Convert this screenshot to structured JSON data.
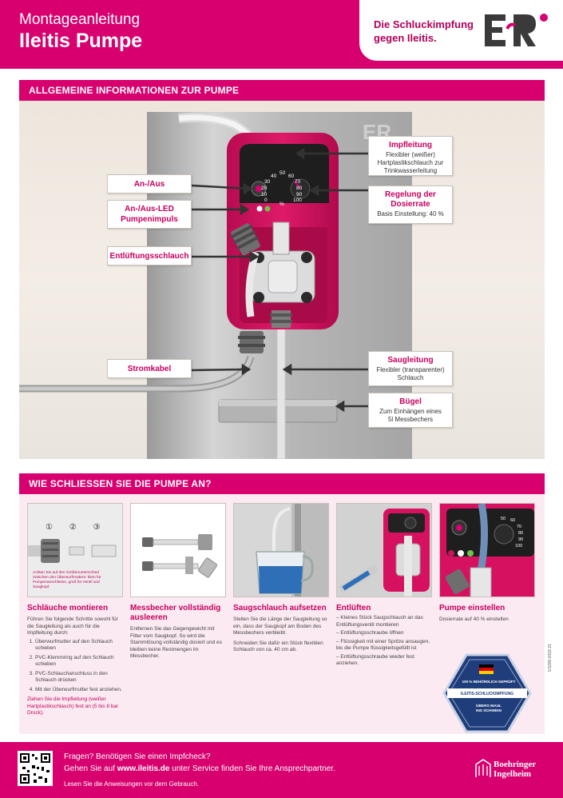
{
  "header": {
    "subtitle": "Montageanleitung",
    "title": "Ileitis Pumpe",
    "tagline_line1": "Die Schluckimpfung",
    "tagline_line2": "gegen Ileitis."
  },
  "section1": {
    "bar_title": "ALLGEMEINE INFORMATIONEN ZUR PUMPE",
    "labels": {
      "an_aus": "An-/Aus",
      "led_1": "An-/Aus-LED",
      "led_2": "Pumpenimpuls",
      "entlueftung": "Entlüftungsschlauch",
      "stromkabel": "Stromkabel",
      "impfleitung_h": "Impfleitung",
      "impfleitung_t1": "Flexibler (weißer)",
      "impfleitung_t2": "Hartplastikschlauch zur",
      "impfleitung_t3": "Trinkwasserleitung",
      "regelung_h1": "Regelung der",
      "regelung_h2": "Dosierrate",
      "regelung_t": "Basis Einstellung: 40 %",
      "saug_h": "Saugleitung",
      "saug_t1": "Flexibler (transparenter)",
      "saug_t2": "Schlauch",
      "buegel_h": "Bügel",
      "buegel_t1": "Zum Einhängen eines",
      "buegel_t2": "5l Messbechers"
    },
    "dial": {
      "ticks_left": [
        "40",
        "30",
        "20",
        "10",
        "0"
      ],
      "ticks_top": [
        "50",
        "60"
      ],
      "ticks_right": [
        "70",
        "80",
        "90",
        "100"
      ],
      "unit": "%"
    }
  },
  "section2": {
    "bar_title": "WIE SCHLIESSEN SIE DIE PUMPE AN?",
    "step1": {
      "heading": "Schläuche montieren",
      "intro": "Führen Sie folgende Schritte sowohl für die Saugleitung als auch für die Impfleitung durch:",
      "items": [
        "Überwurfmutter auf den Schlauch schieben",
        "PVC-Klemmring auf den Schlauch schieben",
        "PVC-Schlauchanschluss in den Schlauch drücken",
        "Mit der Überwurfmutter fest anziehen."
      ],
      "note": "Ziehen Sie die Impfleitung (weißer Hartplastikschlauch) fest an (5 bis 8 bar Druck).",
      "pic_note": "Achten Sie auf den Größenunterschied zwischen den Überwurfmuttern: klein für Pumpenanschlüsse, groß für Ventil und Saugkopf.",
      "pic_numbers": [
        "①",
        "②",
        "③"
      ]
    },
    "step2": {
      "heading_1": "Messbecher vollständig",
      "heading_2": "ausleeren",
      "body": "Entfernen Sie das Gegengewicht mit Filter vom Saugkopf. So wird die Stammlösung vollständig dosiert und es bleiben keine Restmengen im Messbecher."
    },
    "step3": {
      "heading": "Saugschlauch aufsetzen",
      "body1": "Stellen Sie die Länge der Saugleitung so ein, dass der Saugkopf am Boden des Messbechers verbleibt.",
      "body2": "Schneiden Sie dafür ein Stück flexiblen Schlauch von ca. 40 cm ab."
    },
    "step4": {
      "heading": "Entlüften",
      "items": [
        "– Kleines Stück Saugschlauch an das Entlüftungsventil montieren",
        "– Entlüftungsschraube öffnen",
        "– Flüssigkeit mit einer Spritze ansaugen, bis die Pumpe flüssigkeitsgefüllt ist",
        "– Entlüftungsschraube wieder fest anziehen."
      ]
    },
    "step5": {
      "heading": "Pumpe einstellen",
      "body": "Dosierrate auf 40 % einstellen",
      "badge_top": "100 % BEHÖRDLICH GEPRÜFT",
      "badge_mid": "ILEITIS-SCHLUCKIMPFUNG",
      "badge_bottom_1": "ÜBERS MAUL",
      "badge_bottom_2": "INS SCHWEIN"
    }
  },
  "footer": {
    "line1": "Fragen? Benötigen Sie einen Impfcheck?",
    "line2_pre": "Gehen Sie auf ",
    "line2_url": "www.ileitis.de",
    "line2_post": " unter Service finden Sie Ihre Ansprechpartner.",
    "line3": "Lesen Sie die Anweisungen vor dem Gebrauch.",
    "brand_1": "Boehringer",
    "brand_2": "Ingelheim"
  },
  "vertical_code": "9 5200 0318 21",
  "colors": {
    "brand_magenta": "#d8006f",
    "pump_magenta": "#d6115f",
    "panel_steel": "#b9b9b9"
  }
}
